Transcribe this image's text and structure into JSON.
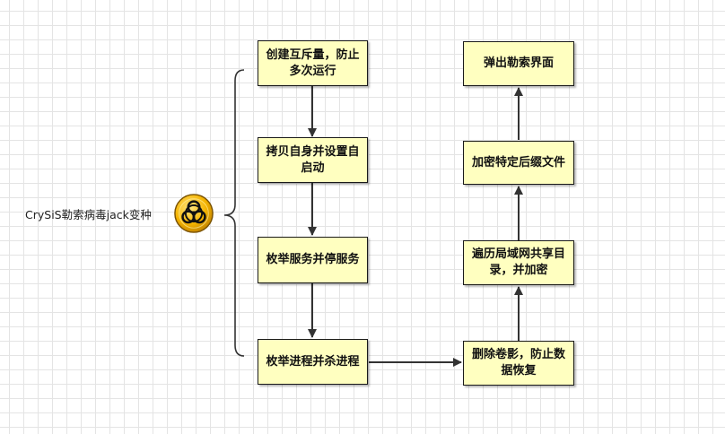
{
  "root": {
    "label": "CrySiS勒索病毒jack变种",
    "icon": "biohazard-icon"
  },
  "nodes": {
    "mutex": "创建互斥量，防止多次运行",
    "copy_self": "拷贝自身并设置自启动",
    "enum_services": "枚举服务并停服务",
    "enum_processes": "枚举进程并杀进程",
    "delete_shadow": "删除卷影，防止数据恢复",
    "enum_shares": "遍历局域网共享目录，并加密",
    "encrypt_files": "加密特定后缀文件",
    "ransom_ui": "弹出勒索界面"
  },
  "colors": {
    "node_fill": "#ffffc0",
    "node_border": "#1a1a1a",
    "edge": "#333333",
    "icon_ring": "#f5b400"
  }
}
